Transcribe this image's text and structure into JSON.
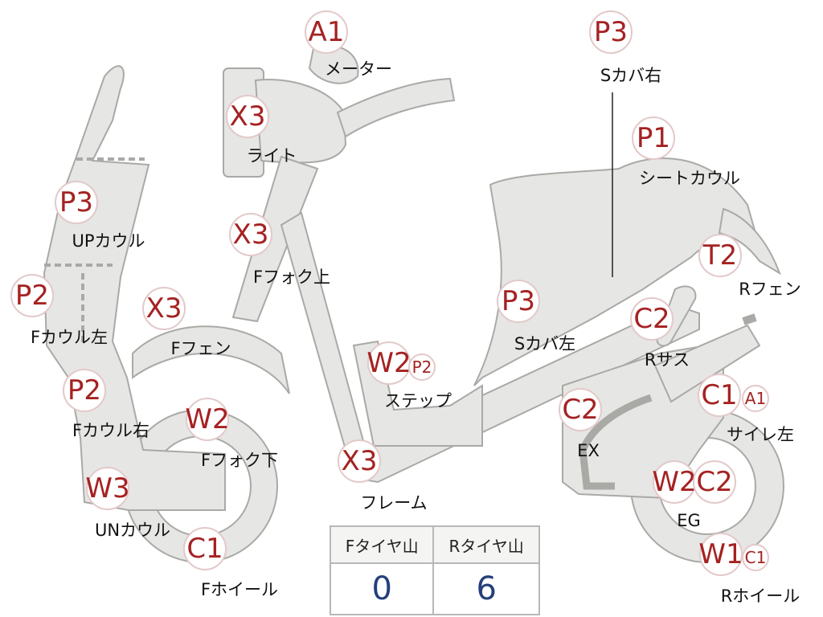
{
  "parts": [
    {
      "id": "meter",
      "grades": [
        "A1"
      ],
      "label": "メーター"
    },
    {
      "id": "light",
      "grades": [
        "X3"
      ],
      "label": "ライト"
    },
    {
      "id": "up-cowl",
      "grades": [
        "P3"
      ],
      "label": "UPカウル"
    },
    {
      "id": "f-fork-upper",
      "grades": [
        "X3"
      ],
      "label": "Fフォク上"
    },
    {
      "id": "f-cowl-left",
      "grades": [
        "P2"
      ],
      "label": "Fカウル左"
    },
    {
      "id": "f-fender",
      "grades": [
        "X3"
      ],
      "label": "Fフェン"
    },
    {
      "id": "f-cowl-right",
      "grades": [
        "P2"
      ],
      "label": "Fカウル右"
    },
    {
      "id": "f-fork-lower",
      "grades": [
        "W2"
      ],
      "label": "Fフォク下"
    },
    {
      "id": "un-cowl",
      "grades": [
        "W3"
      ],
      "label": "UNカウル"
    },
    {
      "id": "f-wheel",
      "grades": [
        "C1"
      ],
      "label": "Fホイール"
    },
    {
      "id": "step",
      "grades": [
        "W2",
        "P2"
      ],
      "label": "ステップ"
    },
    {
      "id": "frame",
      "grades": [
        "X3"
      ],
      "label": "フレーム"
    },
    {
      "id": "s-cover-right",
      "grades": [
        "P3"
      ],
      "label": "Sカバ右"
    },
    {
      "id": "seat-cowl",
      "grades": [
        "P1"
      ],
      "label": "シートカウル"
    },
    {
      "id": "r-fender",
      "grades": [
        "T2"
      ],
      "label": "Rフェン"
    },
    {
      "id": "s-cover-left",
      "grades": [
        "P3"
      ],
      "label": "Sカバ左"
    },
    {
      "id": "r-suspension",
      "grades": [
        "C2"
      ],
      "label": "Rサス"
    },
    {
      "id": "ex",
      "grades": [
        "C2"
      ],
      "label": "EX"
    },
    {
      "id": "silencer-left",
      "grades": [
        "C1",
        "A1"
      ],
      "label": "サイレ左"
    },
    {
      "id": "eg",
      "grades": [
        "W2",
        "C2"
      ],
      "label": "EG"
    },
    {
      "id": "r-wheel",
      "grades": [
        "W1",
        "C1"
      ],
      "label": "Rホイール"
    }
  ],
  "tire_table": {
    "headers": [
      "Fタイヤ山",
      "Rタイヤ山"
    ],
    "values": [
      "0",
      "6"
    ]
  },
  "colors": {
    "part_fill": "#e6e6e4",
    "part_stroke": "#a9a9a6",
    "grade_text": "#a52222",
    "value_text": "#24407a"
  }
}
